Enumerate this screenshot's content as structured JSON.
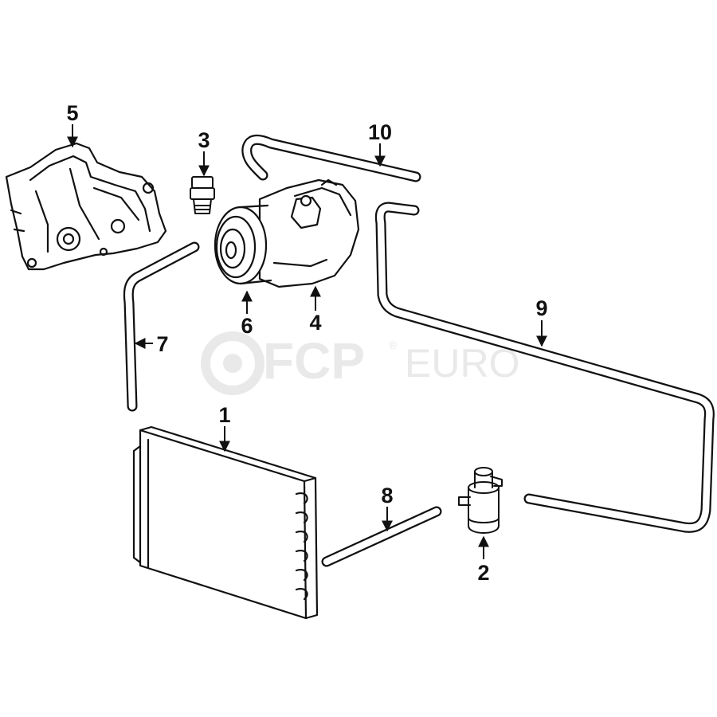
{
  "watermark": {
    "brand_left": "FCP",
    "brand_right": "EURO",
    "registered": "®"
  },
  "callouts": {
    "1": "1",
    "2": "2",
    "3": "3",
    "4": "4",
    "5": "5",
    "6": "6",
    "7": "7",
    "8": "8",
    "9": "9",
    "10": "10"
  },
  "colors": {
    "line": "#111111",
    "watermark": "#e9e9e9",
    "background": "#ffffff"
  }
}
